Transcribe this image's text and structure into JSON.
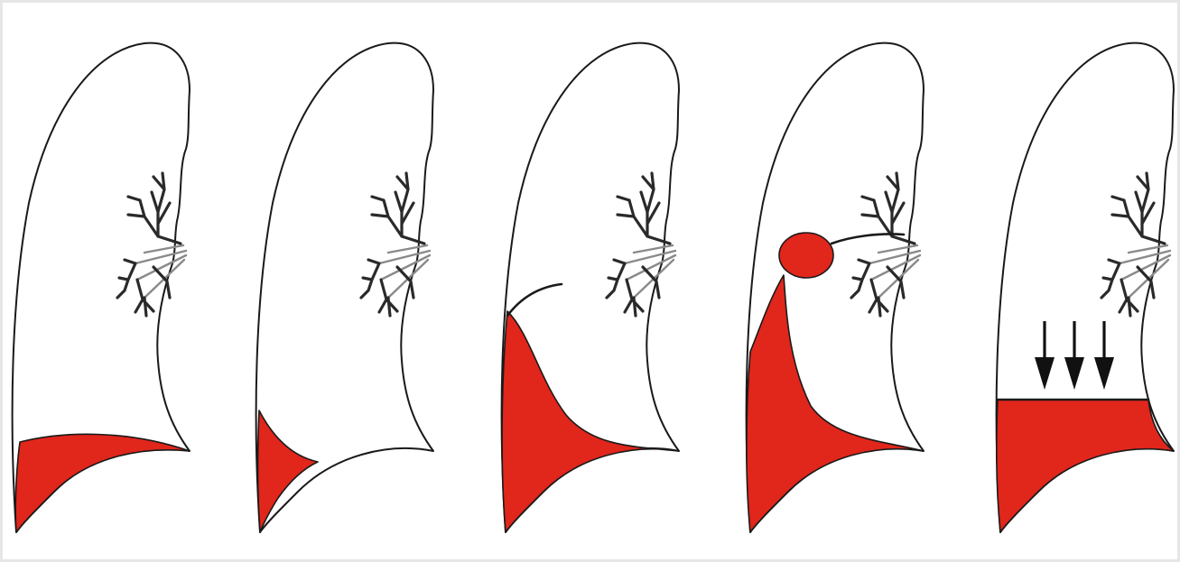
{
  "figure": {
    "panels": [
      {
        "id": "panel-1",
        "fluid_pattern": "subpulmonic-lateral-meniscus"
      },
      {
        "id": "panel-2",
        "fluid_pattern": "costophrenic-angle-blunting"
      },
      {
        "id": "panel-3",
        "fluid_pattern": "meniscus-along-lateral-wall"
      },
      {
        "id": "panel-4",
        "fluid_pattern": "meniscus-with-fissural-pseudotumor"
      },
      {
        "id": "panel-5",
        "fluid_pattern": "horizontal-air-fluid-level",
        "arrow_count": 3
      }
    ]
  },
  "colors": {
    "fluid": "#e1261c",
    "outline": "#1a1a1a",
    "background": "#ffffff",
    "frame": "#e6e6e6"
  }
}
